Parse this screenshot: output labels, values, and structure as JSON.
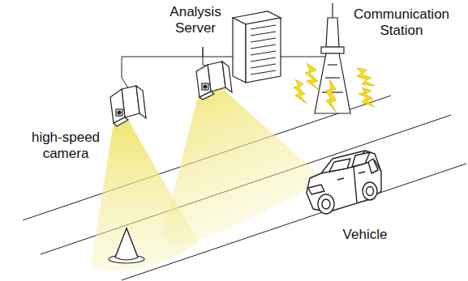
{
  "diagram": {
    "labels": [
      "Analysis Server",
      "Communication Station",
      "high-speed camera",
      "Vehicle"
    ]
  }
}
